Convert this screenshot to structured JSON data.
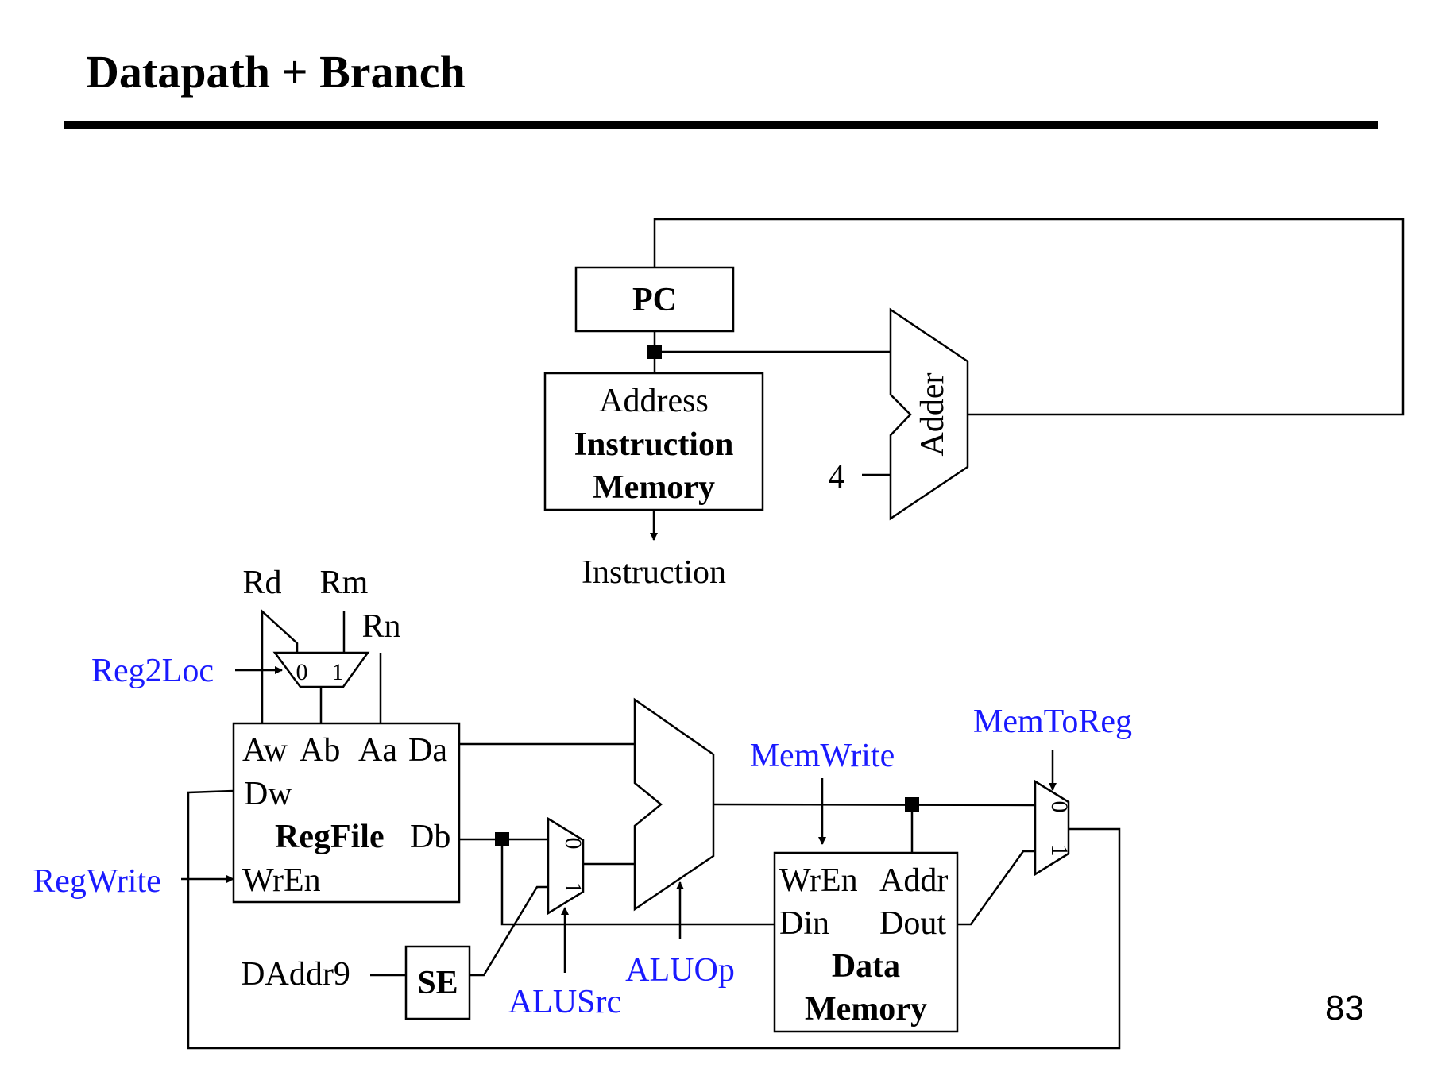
{
  "slide": {
    "title": "Datapath + Branch",
    "page_number": "83"
  },
  "colors": {
    "control_signal": "#1a1aff",
    "wire": "#000000"
  },
  "components": {
    "pc": "PC",
    "imem": {
      "port_address": "Address",
      "name_line1": "Instruction",
      "name_line2": "Memory",
      "output": "Instruction"
    },
    "adder": {
      "name": "Adder",
      "constant": "4"
    },
    "reg2loc_mux": {
      "in0": "0",
      "in1": "1",
      "src_rd": "Rd",
      "src_rm": "Rm",
      "src_rn": "Rn"
    },
    "regfile": {
      "aw": "Aw",
      "ab": "Ab",
      "aa": "Aa",
      "da": "Da",
      "dw": "Dw",
      "name": "RegFile",
      "db": "Db",
      "wren": "WrEn"
    },
    "alusrc_mux": {
      "in0": "0",
      "in1": "1"
    },
    "sign_extend": {
      "name": "SE",
      "input": "DAddr9"
    },
    "dmem": {
      "wren": "WrEn",
      "addr": "Addr",
      "din": "Din",
      "dout": "Dout",
      "name_line1": "Data",
      "name_line2": "Memory"
    },
    "memtoreg_mux": {
      "in0": "0",
      "in1": "1"
    }
  },
  "control_signals": {
    "reg2loc": "Reg2Loc",
    "regwrite": "RegWrite",
    "alusrc": "ALUSrc",
    "aluop": "ALUOp",
    "memwrite": "MemWrite",
    "memtoreg": "MemToReg"
  }
}
